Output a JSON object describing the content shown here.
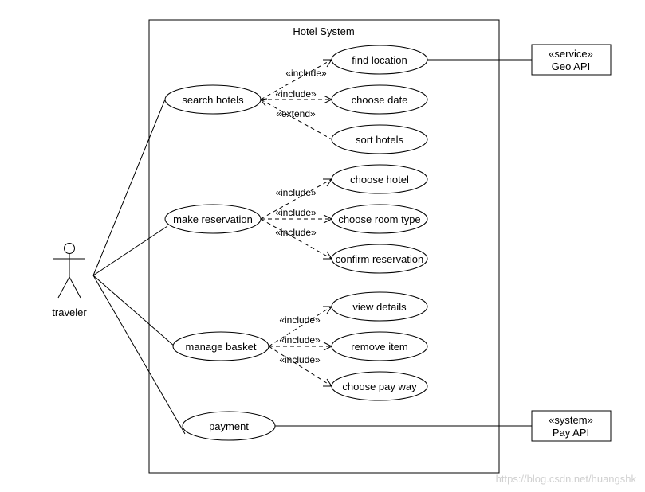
{
  "system_title": "Hotel System",
  "actor": {
    "name": "traveler"
  },
  "use_cases": {
    "search_hotels": "search hotels",
    "find_location": "find location",
    "choose_date": "choose date",
    "sort_hotels": "sort hotels",
    "make_reservation": "make reservation",
    "choose_hotel": "choose hotel",
    "choose_room_type": "choose room type",
    "confirm_reservation": "confirm reservation",
    "manage_basket": "manage basket",
    "view_details": "view details",
    "remove_item": "remove item",
    "choose_pay_way": "choose pay way",
    "payment": "payment"
  },
  "relations": {
    "include": "«include»",
    "extend": "«extend»"
  },
  "external": {
    "geo": {
      "stereotype": "«service»",
      "name": "Geo API"
    },
    "pay": {
      "stereotype": "«system»",
      "name": "Pay API"
    }
  },
  "watermark": "https://blog.csdn.net/huangshk"
}
